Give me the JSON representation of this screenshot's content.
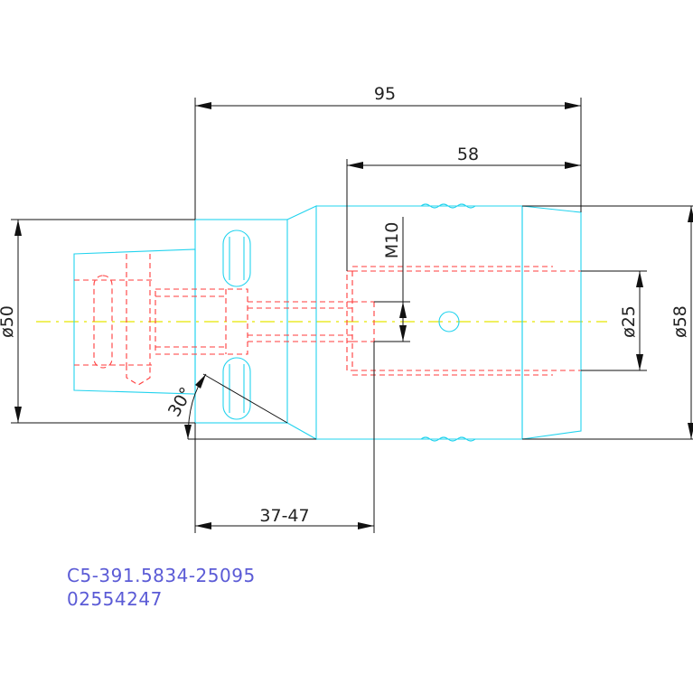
{
  "drawing": {
    "dimensions": {
      "overall_length": "95",
      "thread_length": "58",
      "flange_diameter": "ø50",
      "body_diameter": "ø58",
      "bore_diameter": "ø25",
      "thread_size": "M10",
      "adjust_range": "37-47",
      "chamfer_angle": "30°"
    },
    "part_number": "C5-391.5834-25095",
    "order_code": "02554247",
    "colors": {
      "outline": "#22d3ee",
      "hidden_lines": "#ff3b3b",
      "centerline": "#e6e600",
      "dimension": "#111111",
      "part_text": "#5b5bd6"
    }
  }
}
